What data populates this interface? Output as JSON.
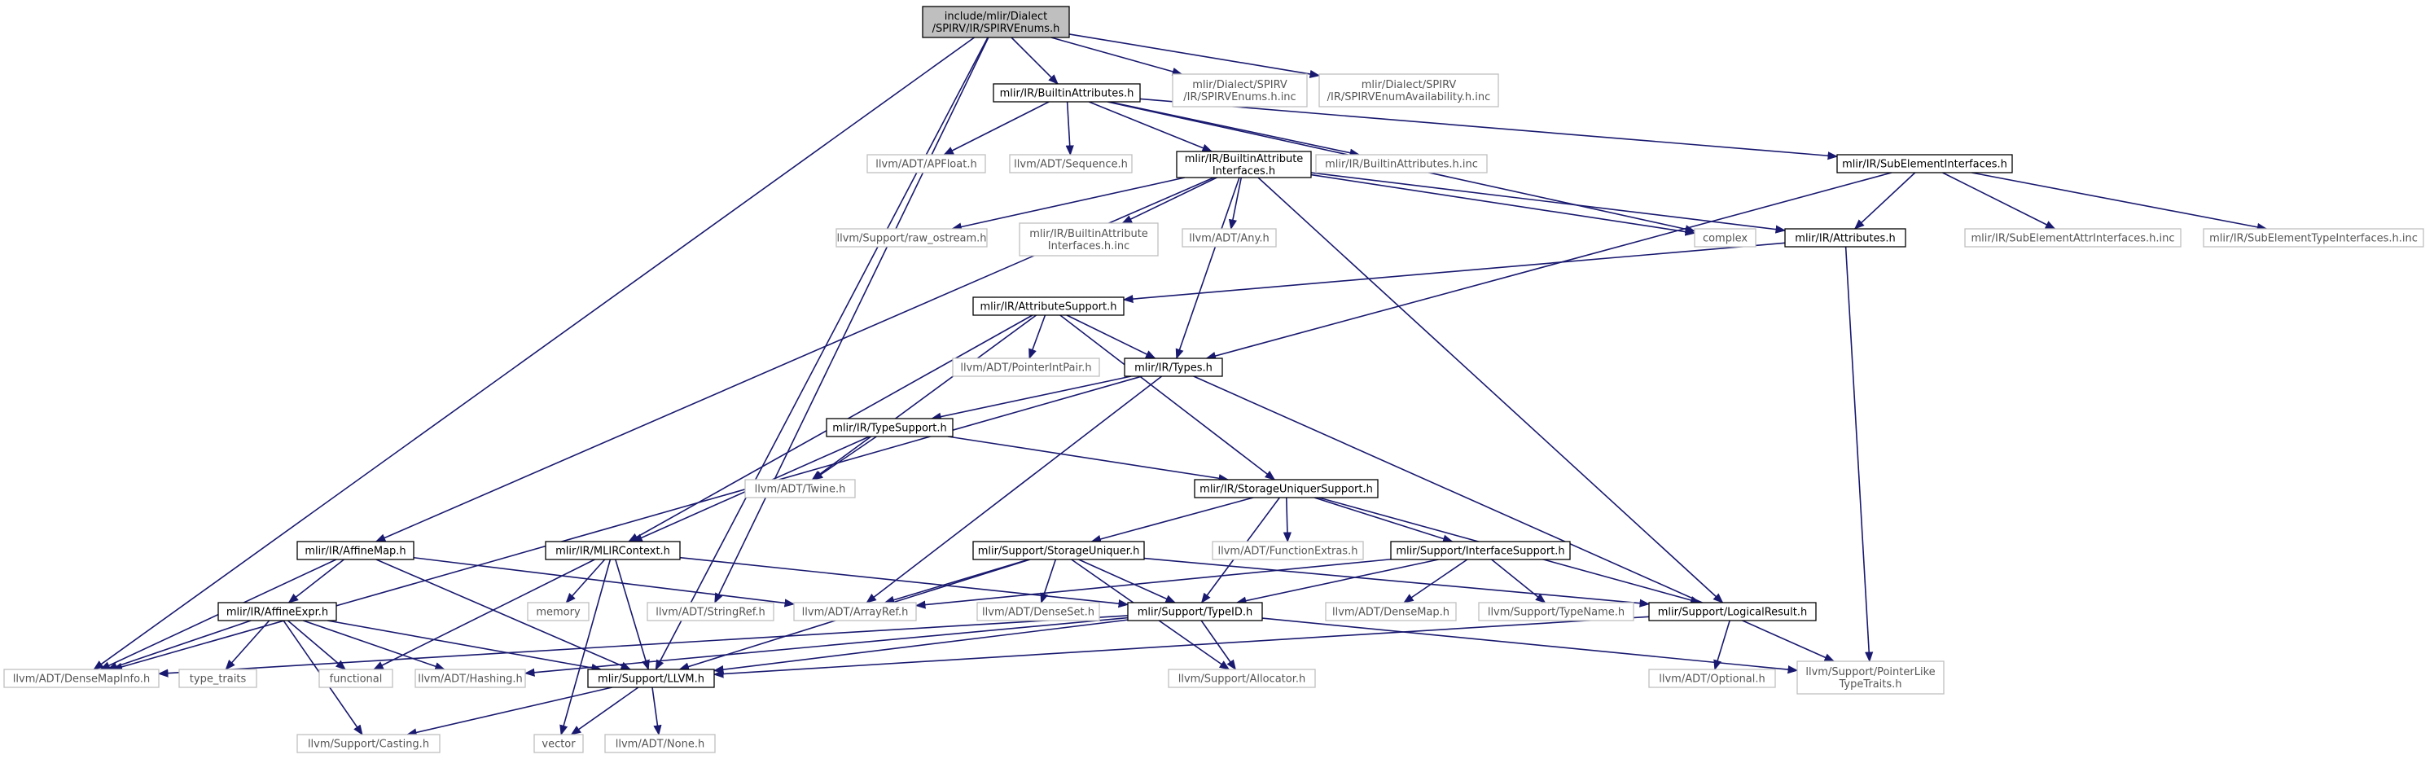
{
  "colors": {
    "edge": "#191970",
    "root_fill": "#bfbfbf",
    "root_stroke": "#000000",
    "header_fill": "#ffffff",
    "header_stroke": "#000000",
    "external_fill": "#ffffff",
    "external_stroke": "#bfbfbf",
    "external_text": "#555555"
  },
  "nodes": [
    {
      "id": "root",
      "lines": [
        "include/mlir/Dialect",
        "/SPIRV/IR/SPIRVEnums.h"
      ],
      "kind": "root"
    },
    {
      "id": "builtinattributes_h",
      "lines": [
        "mlir/IR/BuiltinAttributes.h"
      ],
      "kind": "header"
    },
    {
      "id": "spirvenums_inc",
      "lines": [
        "mlir/Dialect/SPIRV",
        "/IR/SPIRVEnums.h.inc"
      ],
      "kind": "external"
    },
    {
      "id": "spirvenumavailability_inc",
      "lines": [
        "mlir/Dialect/SPIRV",
        "/IR/SPIRVEnumAvailability.h.inc"
      ],
      "kind": "external"
    },
    {
      "id": "apfloat",
      "lines": [
        "llvm/ADT/APFloat.h"
      ],
      "kind": "external"
    },
    {
      "id": "sequence",
      "lines": [
        "llvm/ADT/Sequence.h"
      ],
      "kind": "external"
    },
    {
      "id": "builtinattributeinterfaces_h",
      "lines": [
        "mlir/IR/BuiltinAttribute",
        "Interfaces.h"
      ],
      "kind": "header"
    },
    {
      "id": "builtinattributes_inc",
      "lines": [
        "mlir/IR/BuiltinAttributes.h.inc"
      ],
      "kind": "external"
    },
    {
      "id": "subelementinterfaces_h",
      "lines": [
        "mlir/IR/SubElementInterfaces.h"
      ],
      "kind": "header"
    },
    {
      "id": "raw_ostream",
      "lines": [
        "llvm/Support/raw_ostream.h"
      ],
      "kind": "external"
    },
    {
      "id": "builtinattributeinterfaces_inc",
      "lines": [
        "mlir/IR/BuiltinAttribute",
        "Interfaces.h.inc"
      ],
      "kind": "external"
    },
    {
      "id": "any",
      "lines": [
        "llvm/ADT/Any.h"
      ],
      "kind": "external"
    },
    {
      "id": "complex",
      "lines": [
        "complex"
      ],
      "kind": "external"
    },
    {
      "id": "attributes_h",
      "lines": [
        "mlir/IR/Attributes.h"
      ],
      "kind": "header"
    },
    {
      "id": "subelementattrinterfaces_inc",
      "lines": [
        "mlir/IR/SubElementAttrInterfaces.h.inc"
      ],
      "kind": "external"
    },
    {
      "id": "subelementtypeinterfaces_inc",
      "lines": [
        "mlir/IR/SubElementTypeInterfaces.h.inc"
      ],
      "kind": "external"
    },
    {
      "id": "attributesupport_h",
      "lines": [
        "mlir/IR/AttributeSupport.h"
      ],
      "kind": "header"
    },
    {
      "id": "pointerintpair",
      "lines": [
        "llvm/ADT/PointerIntPair.h"
      ],
      "kind": "external"
    },
    {
      "id": "types_h",
      "lines": [
        "mlir/IR/Types.h"
      ],
      "kind": "header"
    },
    {
      "id": "typesupport_h",
      "lines": [
        "mlir/IR/TypeSupport.h"
      ],
      "kind": "header"
    },
    {
      "id": "twine",
      "lines": [
        "llvm/ADT/Twine.h"
      ],
      "kind": "external"
    },
    {
      "id": "storageuniquersupport_h",
      "lines": [
        "mlir/IR/StorageUniquerSupport.h"
      ],
      "kind": "header"
    },
    {
      "id": "affinemap_h",
      "lines": [
        "mlir/IR/AffineMap.h"
      ],
      "kind": "header"
    },
    {
      "id": "mlircontext_h",
      "lines": [
        "mlir/IR/MLIRContext.h"
      ],
      "kind": "header"
    },
    {
      "id": "storageuniquer_h",
      "lines": [
        "mlir/Support/StorageUniquer.h"
      ],
      "kind": "header"
    },
    {
      "id": "functionextras",
      "lines": [
        "llvm/ADT/FunctionExtras.h"
      ],
      "kind": "external"
    },
    {
      "id": "interfacesupport_h",
      "lines": [
        "mlir/Support/InterfaceSupport.h"
      ],
      "kind": "header"
    },
    {
      "id": "affineexpr_h",
      "lines": [
        "mlir/IR/AffineExpr.h"
      ],
      "kind": "header"
    },
    {
      "id": "memory",
      "lines": [
        "memory"
      ],
      "kind": "external"
    },
    {
      "id": "stringref",
      "lines": [
        "llvm/ADT/StringRef.h"
      ],
      "kind": "external"
    },
    {
      "id": "arrayref",
      "lines": [
        "llvm/ADT/ArrayRef.h"
      ],
      "kind": "external"
    },
    {
      "id": "denseset",
      "lines": [
        "llvm/ADT/DenseSet.h"
      ],
      "kind": "external"
    },
    {
      "id": "typeid_h",
      "lines": [
        "mlir/Support/TypeID.h"
      ],
      "kind": "header"
    },
    {
      "id": "densemap",
      "lines": [
        "llvm/ADT/DenseMap.h"
      ],
      "kind": "external"
    },
    {
      "id": "typename",
      "lines": [
        "llvm/Support/TypeName.h"
      ],
      "kind": "external"
    },
    {
      "id": "logicalresult_h",
      "lines": [
        "mlir/Support/LogicalResult.h"
      ],
      "kind": "header"
    },
    {
      "id": "densemapinfo",
      "lines": [
        "llvm/ADT/DenseMapInfo.h"
      ],
      "kind": "external"
    },
    {
      "id": "type_traits",
      "lines": [
        "type_traits"
      ],
      "kind": "external"
    },
    {
      "id": "functional",
      "lines": [
        "functional"
      ],
      "kind": "external"
    },
    {
      "id": "hashing",
      "lines": [
        "llvm/ADT/Hashing.h"
      ],
      "kind": "external"
    },
    {
      "id": "llvm_h",
      "lines": [
        "mlir/Support/LLVM.h"
      ],
      "kind": "header"
    },
    {
      "id": "allocator",
      "lines": [
        "llvm/Support/Allocator.h"
      ],
      "kind": "external"
    },
    {
      "id": "optional",
      "lines": [
        "llvm/ADT/Optional.h"
      ],
      "kind": "external"
    },
    {
      "id": "pointerliketypetraits",
      "lines": [
        "llvm/Support/PointerLike",
        "TypeTraits.h"
      ],
      "kind": "external"
    },
    {
      "id": "casting",
      "lines": [
        "llvm/Support/Casting.h"
      ],
      "kind": "external"
    },
    {
      "id": "vector",
      "lines": [
        "vector"
      ],
      "kind": "external"
    },
    {
      "id": "none",
      "lines": [
        "llvm/ADT/None.h"
      ],
      "kind": "external"
    }
  ],
  "edges": [
    [
      "root",
      "builtinattributes_h"
    ],
    [
      "root",
      "spirvenums_inc"
    ],
    [
      "root",
      "spirvenumavailability_inc"
    ],
    [
      "root",
      "densemapinfo"
    ],
    [
      "root",
      "llvm_h"
    ],
    [
      "root",
      "stringref"
    ],
    [
      "builtinattributes_h",
      "apfloat"
    ],
    [
      "builtinattributes_h",
      "sequence"
    ],
    [
      "builtinattributes_h",
      "builtinattributeinterfaces_h"
    ],
    [
      "builtinattributes_h",
      "builtinattributes_inc"
    ],
    [
      "builtinattributes_h",
      "subelementinterfaces_h"
    ],
    [
      "builtinattributes_h",
      "complex"
    ],
    [
      "builtinattributeinterfaces_h",
      "raw_ostream"
    ],
    [
      "builtinattributeinterfaces_h",
      "builtinattributeinterfaces_inc"
    ],
    [
      "builtinattributeinterfaces_h",
      "any"
    ],
    [
      "builtinattributeinterfaces_h",
      "complex"
    ],
    [
      "builtinattributeinterfaces_h",
      "attributes_h"
    ],
    [
      "builtinattributeinterfaces_h",
      "affinemap_h"
    ],
    [
      "builtinattributeinterfaces_h",
      "types_h"
    ],
    [
      "builtinattributeinterfaces_h",
      "logicalresult_h"
    ],
    [
      "subelementinterfaces_h",
      "attributes_h"
    ],
    [
      "subelementinterfaces_h",
      "subelementattrinterfaces_inc"
    ],
    [
      "subelementinterfaces_h",
      "subelementtypeinterfaces_inc"
    ],
    [
      "subelementinterfaces_h",
      "types_h"
    ],
    [
      "attributes_h",
      "attributesupport_h"
    ],
    [
      "attributes_h",
      "pointerliketypetraits"
    ],
    [
      "attributesupport_h",
      "pointerintpair"
    ],
    [
      "attributesupport_h",
      "types_h"
    ],
    [
      "attributesupport_h",
      "twine"
    ],
    [
      "attributesupport_h",
      "storageuniquersupport_h"
    ],
    [
      "attributesupport_h",
      "mlircontext_h"
    ],
    [
      "types_h",
      "typesupport_h"
    ],
    [
      "types_h",
      "densemapinfo"
    ],
    [
      "types_h",
      "arrayref"
    ],
    [
      "types_h",
      "pointerliketypetraits"
    ],
    [
      "typesupport_h",
      "twine"
    ],
    [
      "typesupport_h",
      "storageuniquersupport_h"
    ],
    [
      "typesupport_h",
      "mlircontext_h"
    ],
    [
      "storageuniquersupport_h",
      "storageuniquer_h"
    ],
    [
      "storageuniquersupport_h",
      "functionextras"
    ],
    [
      "storageuniquersupport_h",
      "interfacesupport_h"
    ],
    [
      "storageuniquersupport_h",
      "typeid_h"
    ],
    [
      "storageuniquersupport_h",
      "logicalresult_h"
    ],
    [
      "affinemap_h",
      "affineexpr_h"
    ],
    [
      "affinemap_h",
      "arrayref"
    ],
    [
      "affinemap_h",
      "densemapinfo"
    ],
    [
      "affinemap_h",
      "llvm_h"
    ],
    [
      "mlircontext_h",
      "memory"
    ],
    [
      "mlircontext_h",
      "functional"
    ],
    [
      "mlircontext_h",
      "vector"
    ],
    [
      "mlircontext_h",
      "llvm_h"
    ],
    [
      "mlircontext_h",
      "typeid_h"
    ],
    [
      "storageuniquer_h",
      "arrayref"
    ],
    [
      "storageuniquer_h",
      "denseset"
    ],
    [
      "storageuniquer_h",
      "typeid_h"
    ],
    [
      "storageuniquer_h",
      "allocator"
    ],
    [
      "storageuniquer_h",
      "llvm_h"
    ],
    [
      "storageuniquer_h",
      "logicalresult_h"
    ],
    [
      "interfacesupport_h",
      "densemap"
    ],
    [
      "interfacesupport_h",
      "typename"
    ],
    [
      "interfacesupport_h",
      "typeid_h"
    ],
    [
      "interfacesupport_h",
      "arrayref"
    ],
    [
      "affineexpr_h",
      "type_traits"
    ],
    [
      "affineexpr_h",
      "functional"
    ],
    [
      "affineexpr_h",
      "hashing"
    ],
    [
      "affineexpr_h",
      "llvm_h"
    ],
    [
      "affineexpr_h",
      "casting"
    ],
    [
      "affineexpr_h",
      "densemapinfo"
    ],
    [
      "typeid_h",
      "hashing"
    ],
    [
      "typeid_h",
      "llvm_h"
    ],
    [
      "typeid_h",
      "allocator"
    ],
    [
      "typeid_h",
      "pointerliketypetraits"
    ],
    [
      "typeid_h",
      "densemapinfo"
    ],
    [
      "logicalresult_h",
      "optional"
    ],
    [
      "logicalresult_h",
      "llvm_h"
    ],
    [
      "llvm_h",
      "casting"
    ],
    [
      "llvm_h",
      "vector"
    ],
    [
      "llvm_h",
      "none"
    ]
  ]
}
